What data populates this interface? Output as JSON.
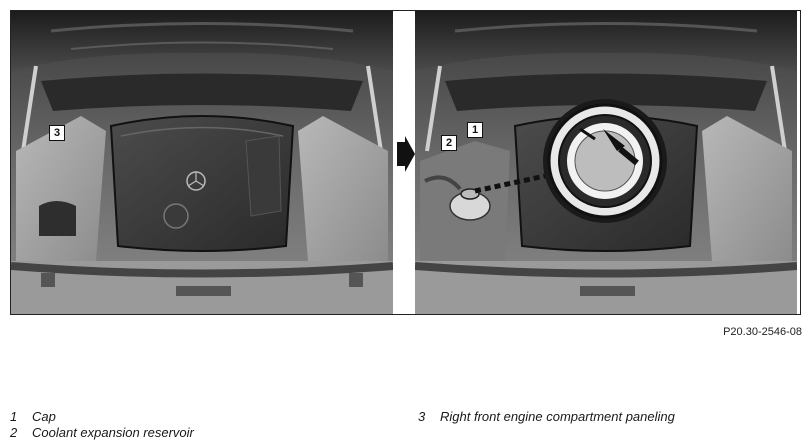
{
  "figure": {
    "left_panel": {
      "callouts": [
        "3"
      ]
    },
    "right_panel": {
      "callouts": [
        "2",
        "1"
      ]
    },
    "reference_code": "P20.30-2546-08"
  },
  "legend": [
    {
      "number": "1",
      "text": "Cap"
    },
    {
      "number": "2",
      "text": "Coolant expansion reservoir"
    },
    {
      "number": "3",
      "text": "Right front engine compartment paneling"
    }
  ],
  "icons": {
    "arrow": "arrow-right-icon"
  }
}
